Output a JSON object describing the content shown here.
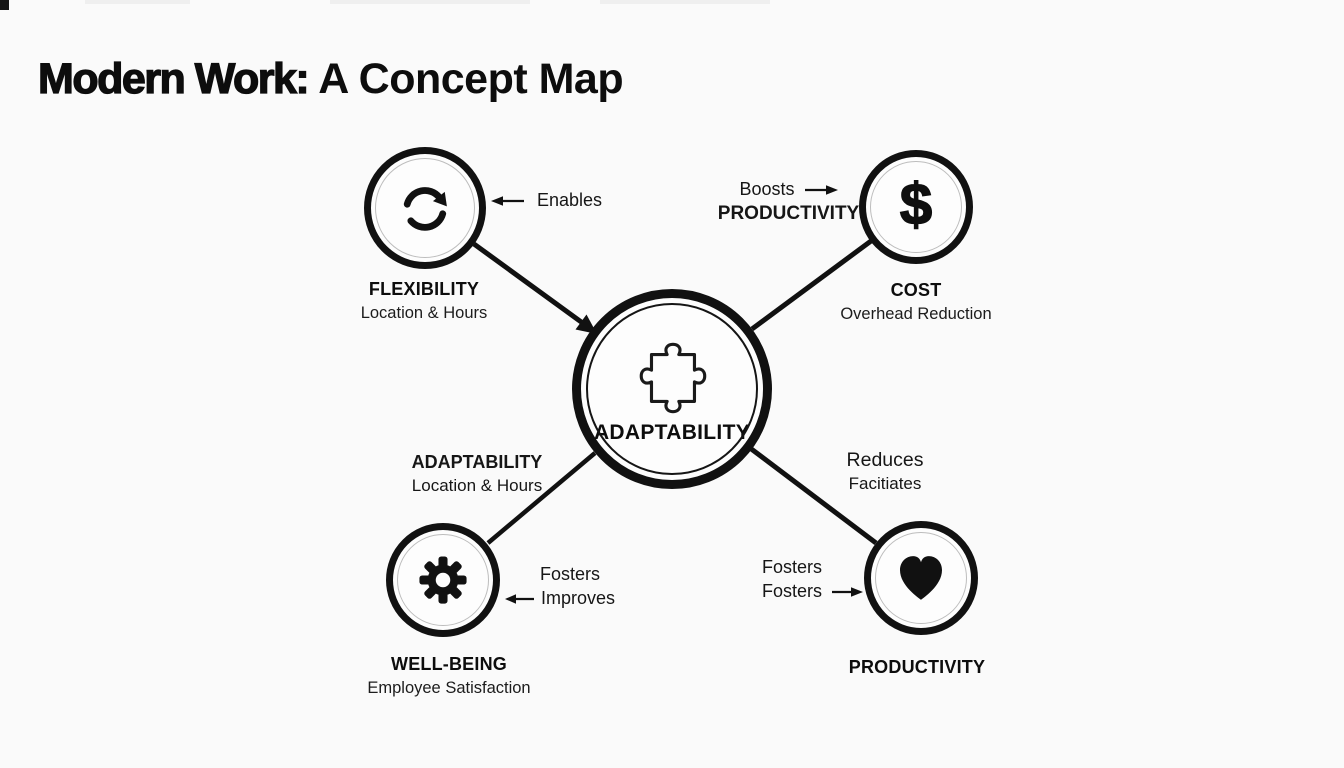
{
  "title": {
    "primary": "Modern Work:",
    "secondary": "A Concept Map"
  },
  "center": {
    "label": "ADAPTABILITY",
    "icon": "puzzle-icon"
  },
  "nodes": {
    "flexibility": {
      "label": "FLEXIBILITY",
      "sublabel": "Location & Hours",
      "icon": "refresh-icon"
    },
    "cost": {
      "label": "COST",
      "sublabel": "Overhead Reduction",
      "icon": "dollar-icon",
      "symbol": "$"
    },
    "wellbeing": {
      "label": "WELL-BEING",
      "sublabel": "Employee Satisfaction",
      "icon": "gear-icon"
    },
    "productivity": {
      "label": "PRODUCTIVITY",
      "icon": "heart-icon"
    }
  },
  "annotations": {
    "enables": {
      "text": "Enables",
      "arrow": "left"
    },
    "boosts": {
      "line1": "Boosts",
      "line2": "PRODUCTIVITY",
      "arrow": "right"
    },
    "adapt_note": {
      "line1": "ADAPTABILITY",
      "line2": "Location & Hours"
    },
    "reduces": {
      "line1": "Reduces",
      "line2": "Facitiates"
    },
    "improves": {
      "line1": "Fosters",
      "line2": "Improves",
      "arrow": "left"
    },
    "fosters": {
      "line1": "Fosters",
      "line2": "Fosters",
      "arrow": "right"
    }
  },
  "colors": {
    "ink": "#111111",
    "background": "#fafafa",
    "inner_ring": "#bdbdbd"
  }
}
